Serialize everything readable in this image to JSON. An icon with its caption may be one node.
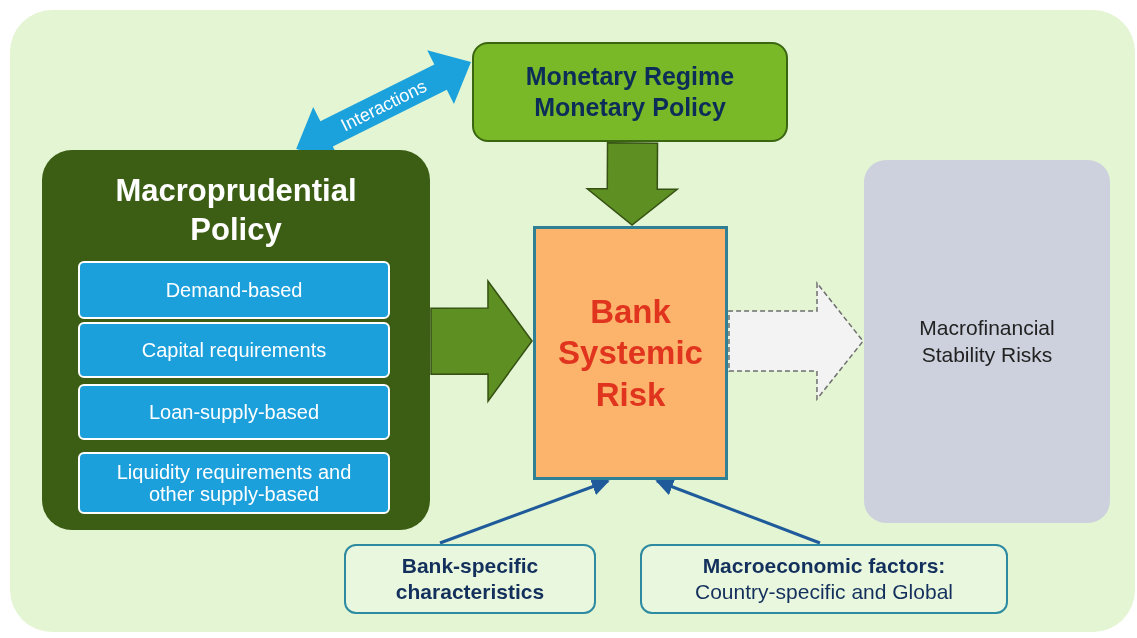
{
  "diagram": {
    "nodes": [
      {
        "text": [
          "Macroprudential Policy"
        ]
      },
      {
        "text": [
          "Demand-based"
        ],
        "in": 0
      },
      {
        "text": [
          "Capital requirements"
        ],
        "in": 0
      },
      {
        "text": [
          "Loan-supply-based"
        ],
        "in": 0
      },
      {
        "text": [
          "Liquidity requirements and other supply-based"
        ],
        "in": 0
      },
      {
        "text": [
          "Monetary Regime Monetary Policy"
        ]
      },
      {
        "text": [
          "Bank Systemic Risk"
        ]
      },
      {
        "text": [
          "Macrofinancial Stability Risks"
        ]
      },
      {
        "text": [
          "Bank-specific characteristics"
        ]
      },
      {
        "text": [
          "Macroeconomic factors:",
          "Country-specific and Global"
        ]
      }
    ],
    "edges": [
      {
        "from": 0,
        "to": 5,
        "arrow": "both",
        "label": "Interactions",
        "style": "thick",
        "color": "#1ba1dc"
      },
      {
        "from": 5,
        "to": 6,
        "arrow": "to",
        "style": "thick",
        "color": "#5e8f22"
      },
      {
        "from": 0,
        "to": 6,
        "arrow": "to",
        "style": "thick",
        "color": "#5e8f22"
      },
      {
        "from": 6,
        "to": 7,
        "arrow": "to",
        "style": "dashed",
        "color": "#f3f3f3"
      },
      {
        "from": 8,
        "to": 6,
        "arrow": "to"
      },
      {
        "from": 9,
        "to": 6,
        "arrow": "to"
      }
    ]
  }
}
